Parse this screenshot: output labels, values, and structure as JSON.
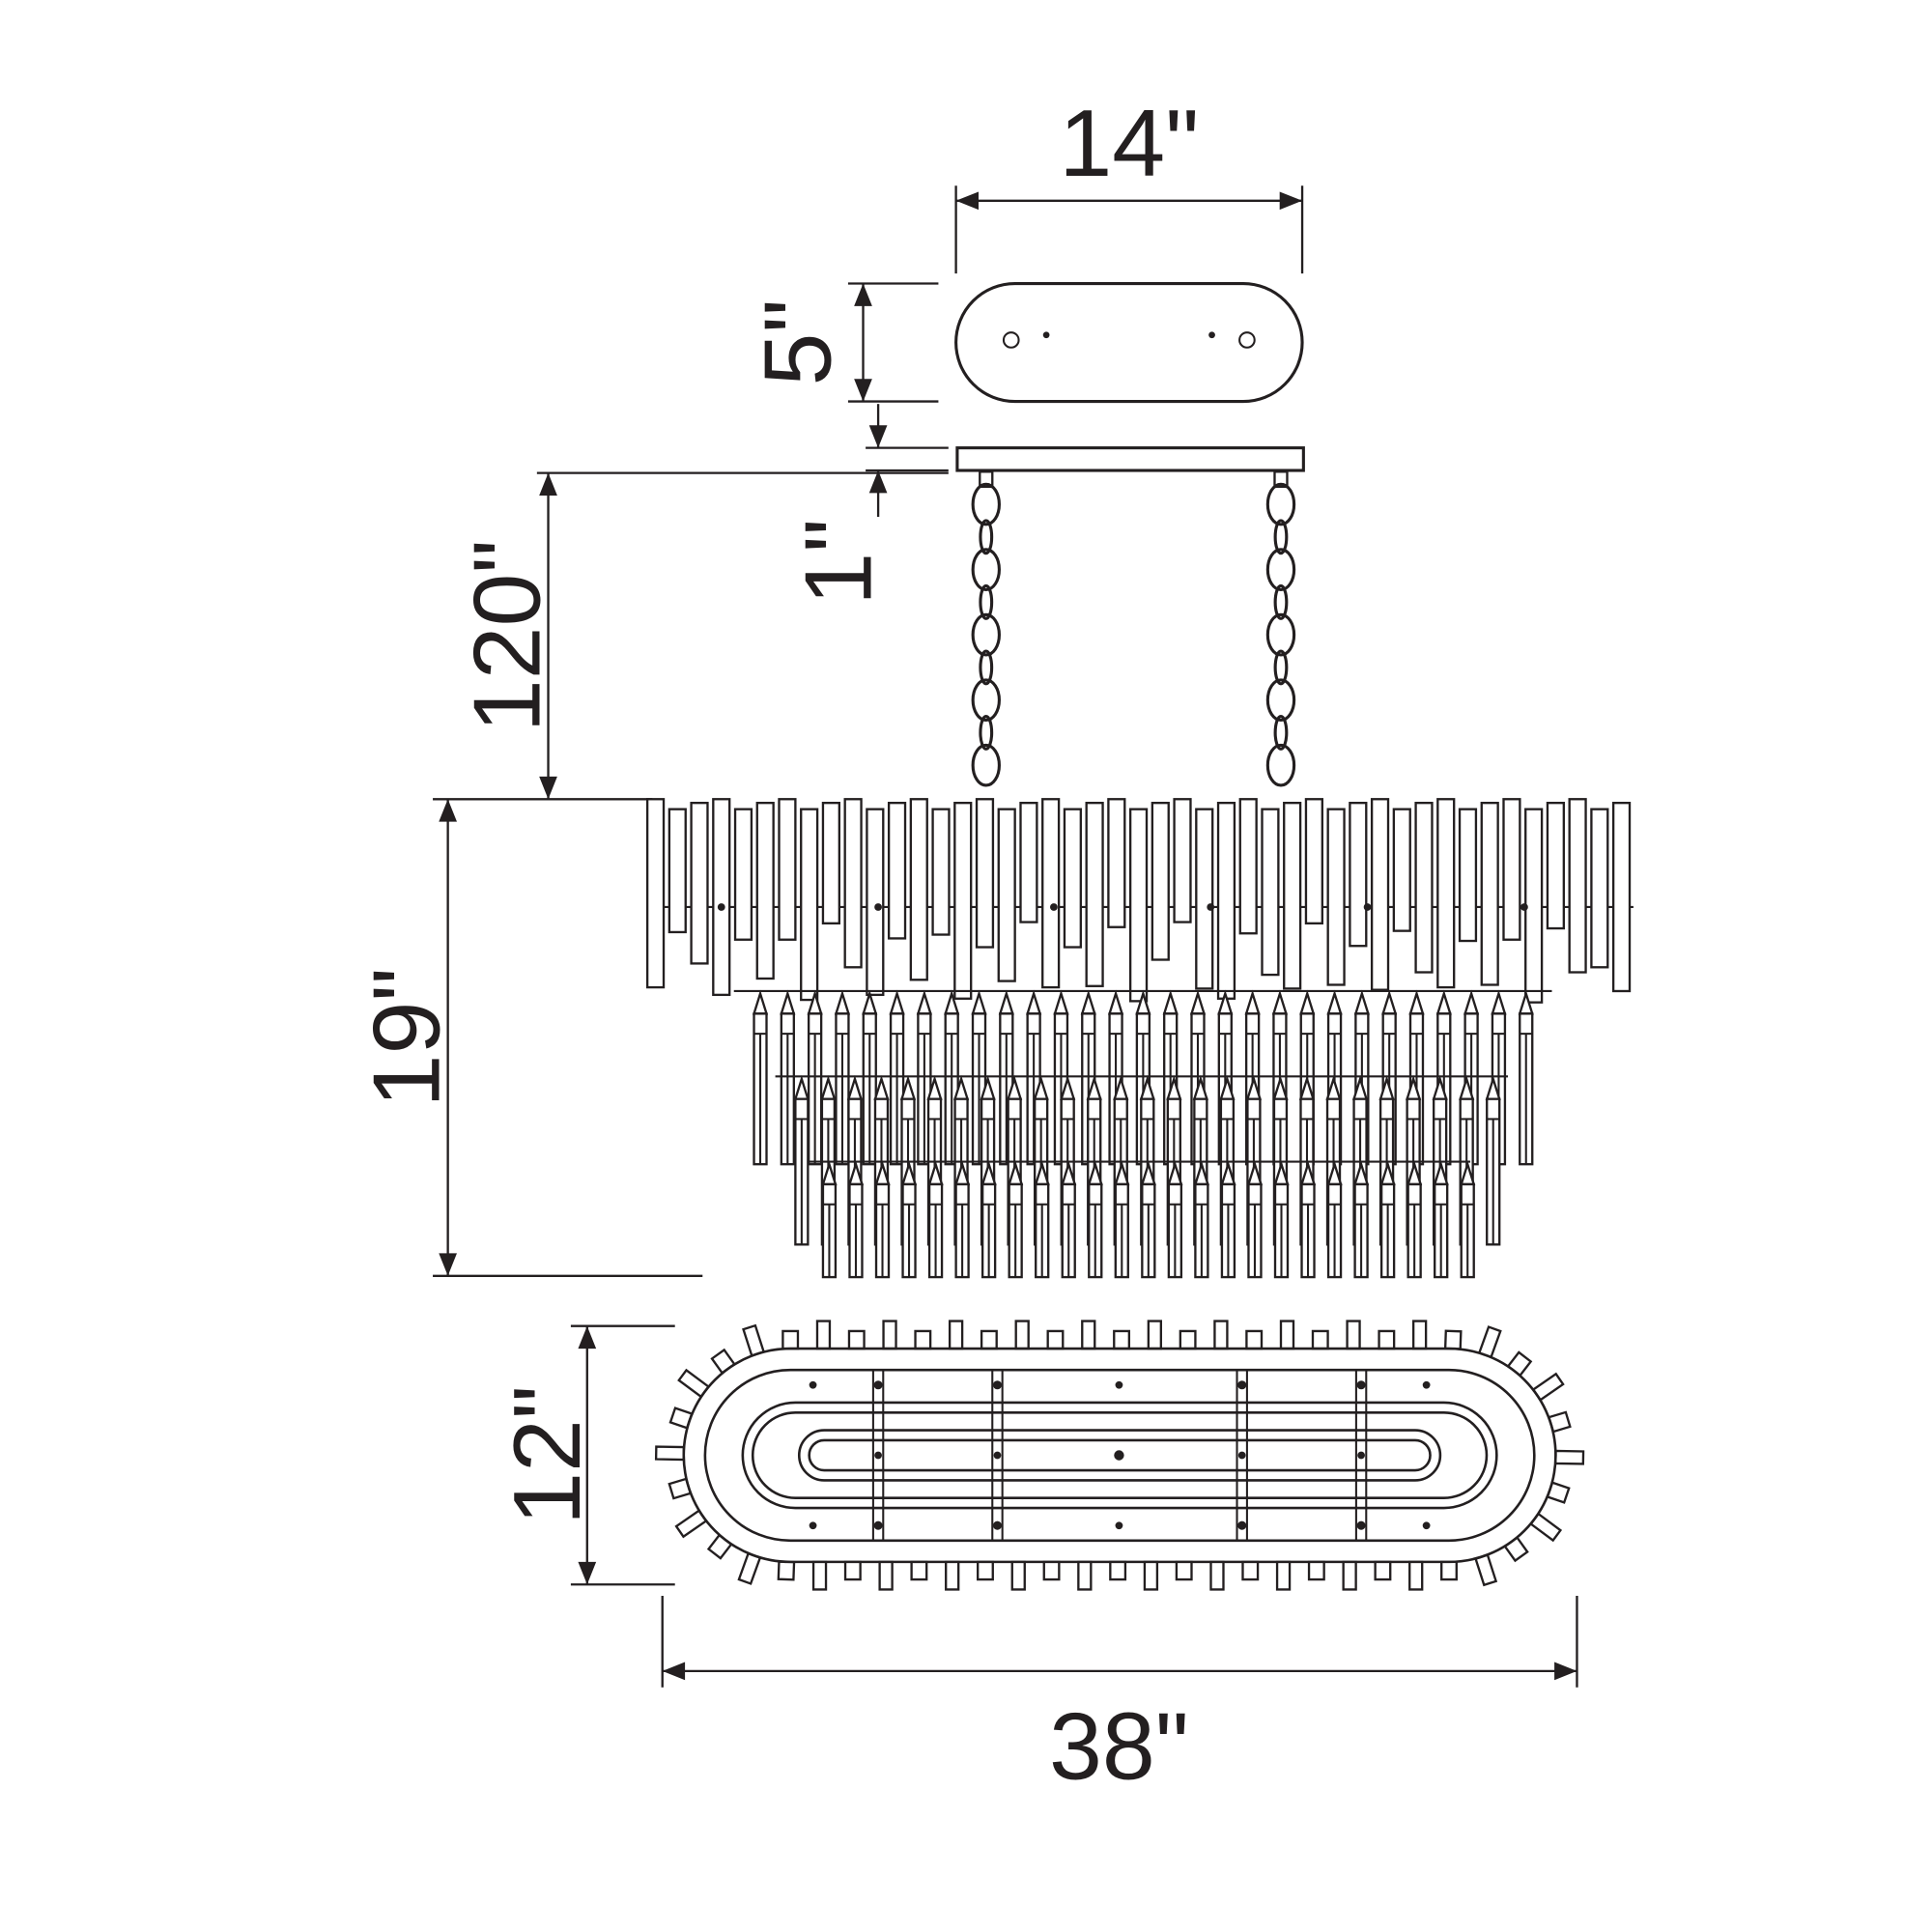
{
  "diagram": {
    "dims": {
      "canopy_width": "14\"",
      "canopy_height": "5\"",
      "stem_height": "1\"",
      "chain_length": "120\"",
      "body_height": "19\"",
      "body_width": "12\"",
      "body_length": "38\""
    },
    "colors": {
      "line": "#231f20",
      "background": "#ffffff"
    }
  }
}
